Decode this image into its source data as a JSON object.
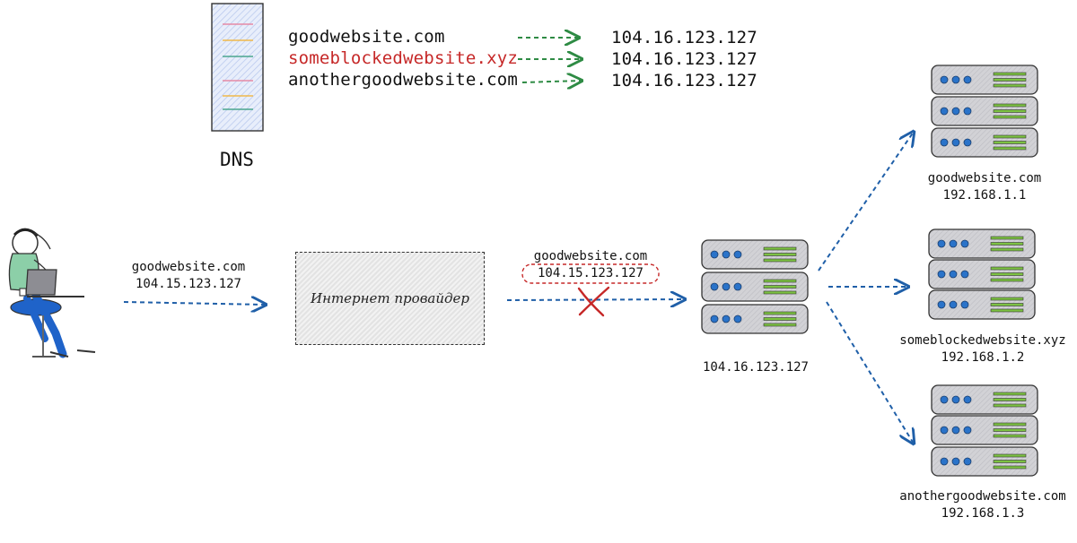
{
  "dns": {
    "label": "DNS",
    "records": [
      {
        "domain": "goodwebsite.com",
        "ip": "104.16.123.127",
        "blocked": false
      },
      {
        "domain": "someblockedwebsite.xyz",
        "ip": "104.16.123.127",
        "blocked": true
      },
      {
        "domain": "anothergoodwebsite.com",
        "ip": "104.16.123.127",
        "blocked": false
      }
    ]
  },
  "user_request": {
    "domain": "goodwebsite.com",
    "ip": "104.15.123.127"
  },
  "isp": {
    "label": "Интернет провайдер"
  },
  "blocked_request": {
    "domain": "goodwebsite.com",
    "ip": "104.15.123.127"
  },
  "proxy_server": {
    "ip": "104.16.123.127"
  },
  "destinations": [
    {
      "domain": "goodwebsite.com",
      "ip": "192.168.1.1"
    },
    {
      "domain": "someblockedwebsite.xyz",
      "ip": "192.168.1.2"
    },
    {
      "domain": "anothergoodwebsite.com",
      "ip": "192.168.1.3"
    }
  ],
  "colors": {
    "arrow_blue": "#1f5fa8",
    "arrow_green": "#2e8b44",
    "blocked_red": "#c62828",
    "led_blue": "#2a73c9",
    "bar_green": "#7cc242",
    "server_gray": "#c9c9cc"
  }
}
